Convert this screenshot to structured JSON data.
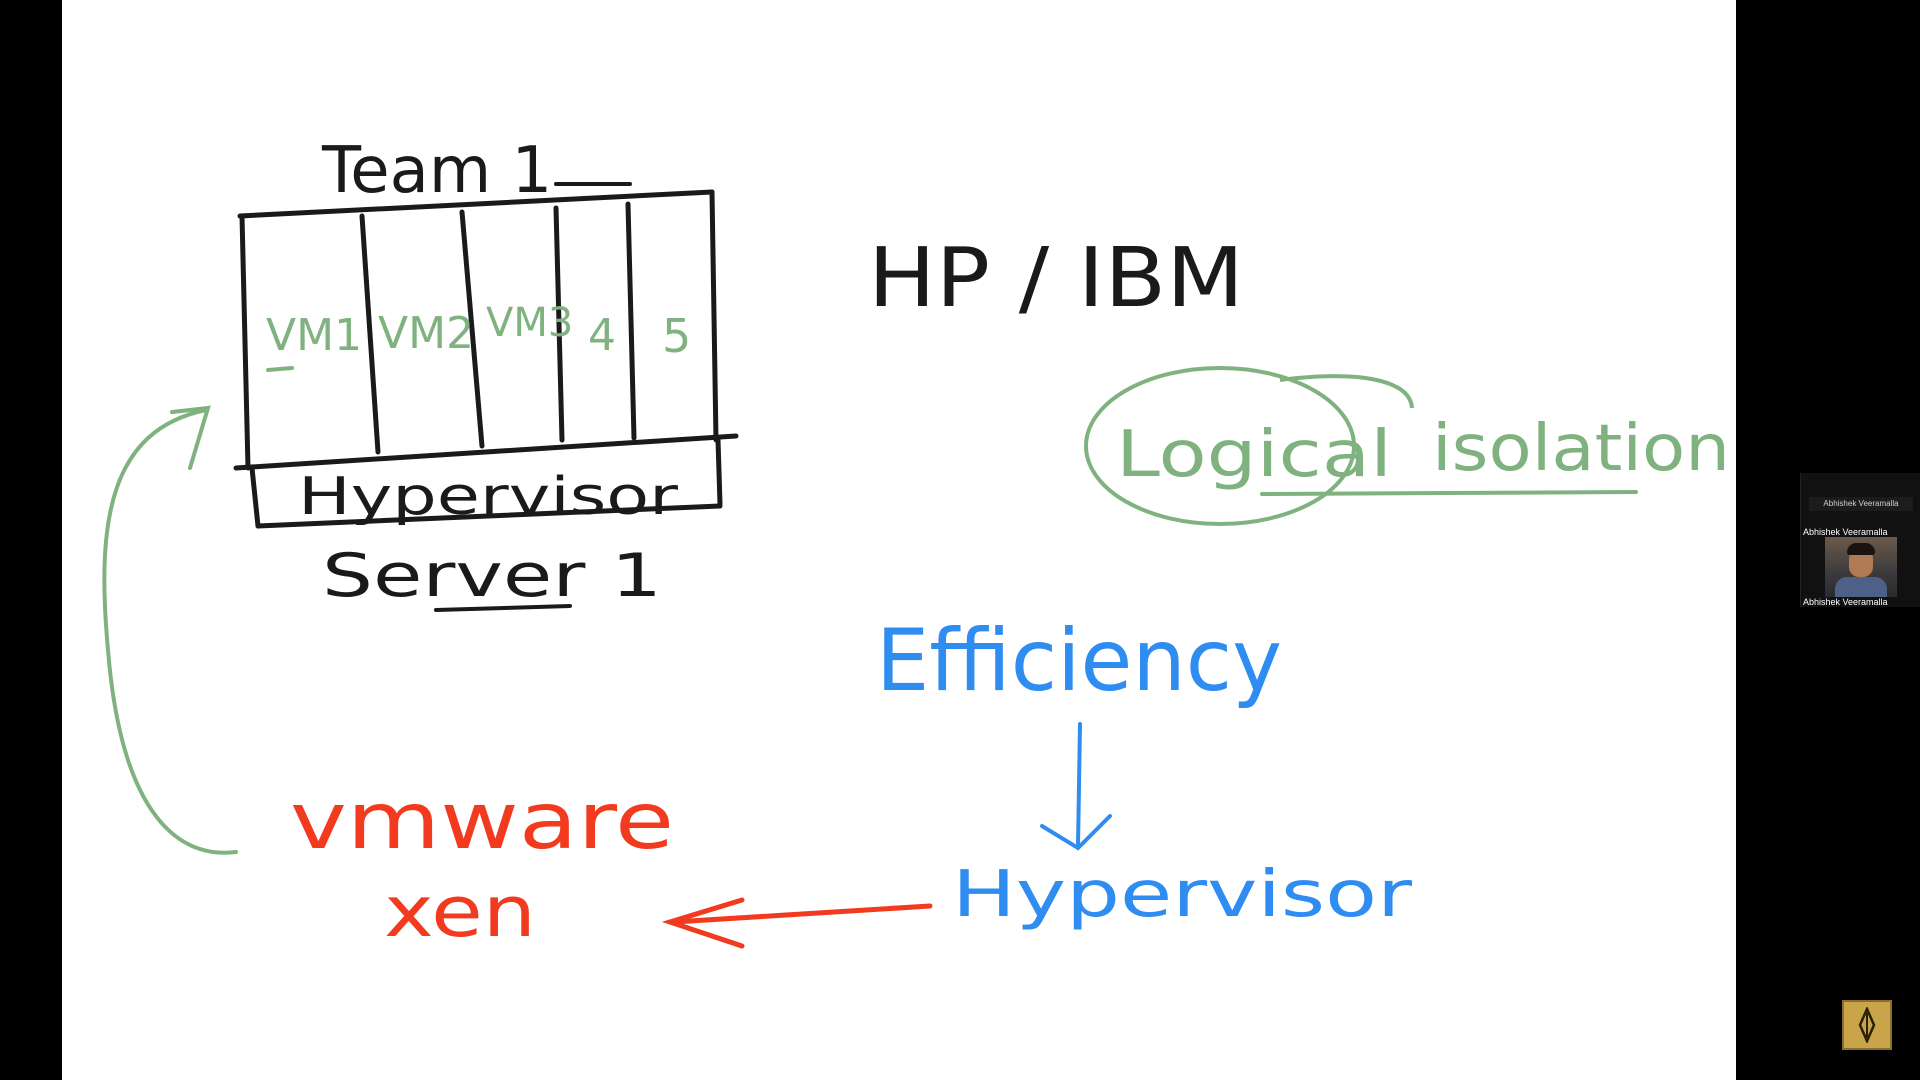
{
  "whiteboard": {
    "team_label": "Team 1",
    "vm_labels": [
      "VM1",
      "VM2",
      "VM3",
      "4",
      "5"
    ],
    "hypervisor_box_label": "Hypervisor",
    "server_label": "Server 1",
    "vendors": "HP / IBM",
    "logical_word": "Logical",
    "isolation_word": "isolation",
    "efficiency": "Efficiency",
    "hypervisor_bottom": "Hypervisor",
    "vmware": "vmware",
    "xen": "xen",
    "colors": {
      "black": "#1a1a1a",
      "green": "#7fb27f",
      "blue": "#2f8cf0",
      "red": "#f23a1f"
    }
  },
  "participant": {
    "header": "Abhishek Veeramalla",
    "name_top": "Abhishek Veeramalla",
    "name_bottom": "Abhishek Veeramalla"
  },
  "badge": {
    "icon": "compass-logo-icon"
  }
}
